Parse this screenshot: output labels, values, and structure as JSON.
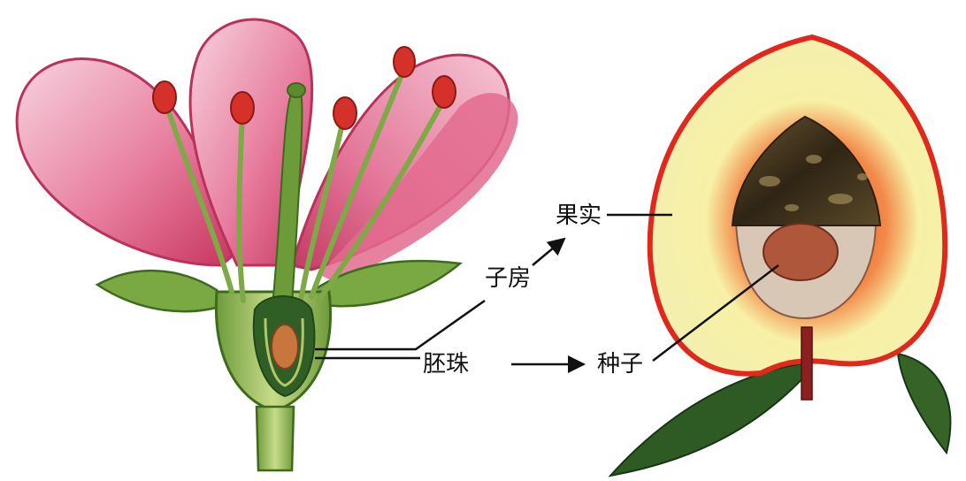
{
  "labels": {
    "ovary": "子房",
    "ovule": "胚珠",
    "fruit": "果实",
    "seed": "种子"
  },
  "colors": {
    "petal": "#e26f92",
    "petal_light": "#f7d3df",
    "petal_edge": "#c8365f",
    "sepal": "#6e9b3a",
    "stem": "#9cc35a",
    "stem_dark": "#4f7a26",
    "anther": "#d6302a",
    "ovule": "#c8763e",
    "fruit_skin": "#e0281c",
    "fruit_flesh": "#f5f0a8",
    "pit": "#4a3b22",
    "seed_cavity": "#d9c7b5",
    "seed": "#b0563a",
    "leaf": "#2e5a23",
    "arrow": "#111111"
  },
  "icons": [
    "flower-icon",
    "fruit-icon"
  ]
}
